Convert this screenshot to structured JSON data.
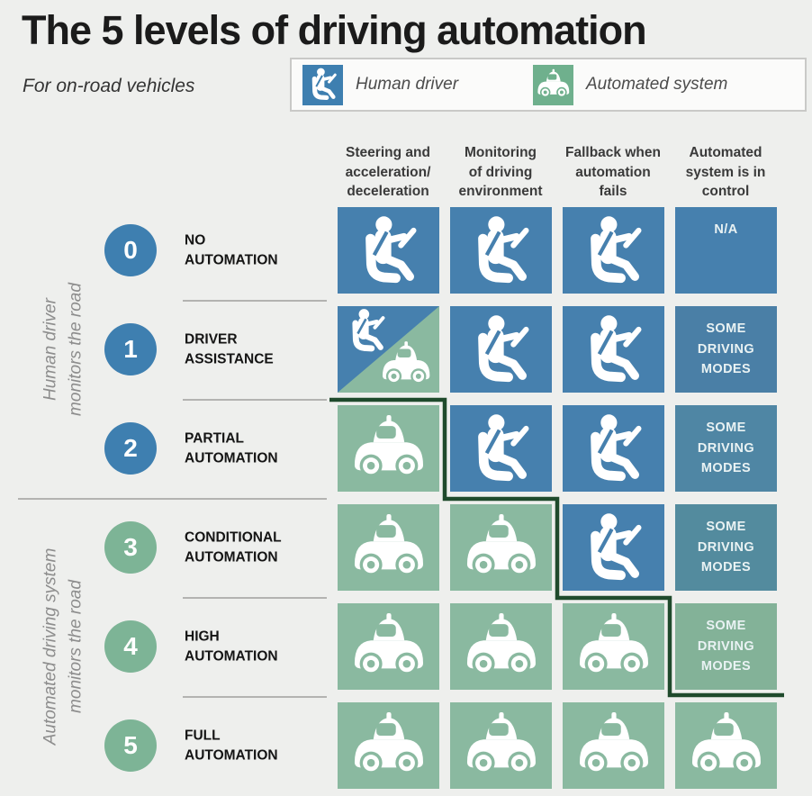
{
  "header": {
    "title": "The 5 levels of driving automation",
    "subtitle": "For on-road vehicles"
  },
  "legend": {
    "items": [
      {
        "icon": "human-driver-icon",
        "icon_color": "#3e7fb0",
        "label": "Human driver"
      },
      {
        "icon": "automated-car-icon",
        "icon_color": "#6fb08d",
        "label": "Automated system"
      }
    ]
  },
  "columns": [
    {
      "label": "Steering and\nacceleration/\ndeceleration"
    },
    {
      "label": "Monitoring\nof driving\nenvironment"
    },
    {
      "label": "Fallback when\nautomation\nfails"
    },
    {
      "label": "Automated\nsystem is in\ncontrol"
    }
  ],
  "groups": [
    {
      "label": "Human driver\nmonitors the road"
    },
    {
      "label": "Automated driving system\nmonitors the road"
    }
  ],
  "colors": {
    "page_bg": "#eeefed",
    "blue_cell": "#4680ae",
    "green_cell": "#8ab9a0",
    "blue_circle": "#3e7fb0",
    "green_circle": "#7db496",
    "boundary_line": "#1f4a2c"
  },
  "rows": [
    {
      "level": "0",
      "name": "NO\nAUTOMATION",
      "circle": "#3e7fb0",
      "cells": [
        {
          "type": "human",
          "bg": "#4680ae"
        },
        {
          "type": "human",
          "bg": "#4680ae"
        },
        {
          "type": "human",
          "bg": "#4680ae"
        },
        {
          "type": "text",
          "text": "N/A",
          "bg": "#4680ae",
          "valign": "top"
        }
      ]
    },
    {
      "level": "1",
      "name": "DRIVER\nASSISTANCE",
      "circle": "#3e7fb0",
      "cells": [
        {
          "type": "split",
          "bg": "#4680ae",
          "bg2": "#8ab9a0"
        },
        {
          "type": "human",
          "bg": "#4680ae"
        },
        {
          "type": "human",
          "bg": "#4680ae"
        },
        {
          "type": "text",
          "text": "SOME\nDRIVING\nMODES",
          "bg": "#4a7fa6"
        }
      ]
    },
    {
      "level": "2",
      "name": "PARTIAL\nAUTOMATION",
      "circle": "#3e7fb0",
      "cells": [
        {
          "type": "car",
          "bg": "#8ab9a0"
        },
        {
          "type": "human",
          "bg": "#4680ae"
        },
        {
          "type": "human",
          "bg": "#4680ae"
        },
        {
          "type": "text",
          "text": "SOME\nDRIVING\nMODES",
          "bg": "#4f86a4"
        }
      ]
    },
    {
      "level": "3",
      "name": "CONDITIONAL\nAUTOMATION",
      "circle": "#7db496",
      "cells": [
        {
          "type": "car",
          "bg": "#8ab9a0"
        },
        {
          "type": "car",
          "bg": "#8ab9a0"
        },
        {
          "type": "human",
          "bg": "#4680ae"
        },
        {
          "type": "text",
          "text": "SOME\nDRIVING\nMODES",
          "bg": "#538b9e"
        }
      ]
    },
    {
      "level": "4",
      "name": "HIGH\nAUTOMATION",
      "circle": "#7db496",
      "cells": [
        {
          "type": "car",
          "bg": "#8ab9a0"
        },
        {
          "type": "car",
          "bg": "#8ab9a0"
        },
        {
          "type": "car",
          "bg": "#8ab9a0"
        },
        {
          "type": "text",
          "text": "SOME\nDRIVING\nMODES",
          "bg": "#83b298"
        }
      ]
    },
    {
      "level": "5",
      "name": "FULL\nAUTOMATION",
      "circle": "#7db496",
      "cells": [
        {
          "type": "car",
          "bg": "#8ab9a0"
        },
        {
          "type": "car",
          "bg": "#8ab9a0"
        },
        {
          "type": "car",
          "bg": "#8ab9a0"
        },
        {
          "type": "car",
          "bg": "#8ab9a0"
        }
      ]
    }
  ]
}
